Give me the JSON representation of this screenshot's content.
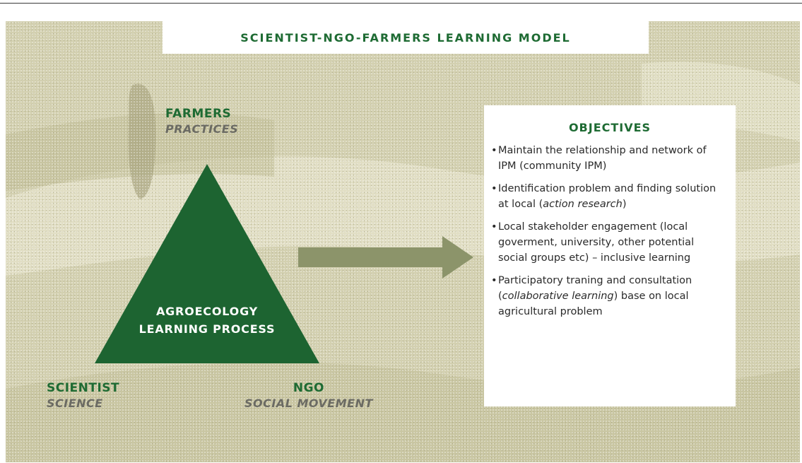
{
  "title": "SCIENTIST-NGO-FARMERS LEARNING MODEL",
  "colors": {
    "accent_green": "#1e6b33",
    "triangle_green": "#1d6431",
    "arrow_olive": "#8c946a",
    "background_tan": "#d3d0b0",
    "label_gray": "#6b6b63"
  },
  "triangle": {
    "center_label_line1": "AGROECOLOGY",
    "center_label_line2": "LEARNING PROCESS",
    "vertices": {
      "top": {
        "name": "FARMERS",
        "sub": "PRACTICES"
      },
      "bottom_left": {
        "name": "SCIENTIST",
        "sub": "SCIENCE"
      },
      "bottom_right": {
        "name": "NGO",
        "sub": "SOCIAL MOVEMENT"
      }
    }
  },
  "arrow_icon": "right-arrow",
  "objectives": {
    "heading": "OBJECTIVES",
    "items": [
      {
        "bullet": "•",
        "text_pre": "Maintain the relationship and network of IPM (community IPM)",
        "text_em": "",
        "text_post": ""
      },
      {
        "bullet": "•",
        "text_pre": "Identification problem and finding solution at local (",
        "text_em": "action research",
        "text_post": ")"
      },
      {
        "bullet": "•",
        "text_pre": "Local stakeholder engagement (local goverment, university, other potential social groups etc) – inclusive learning",
        "text_em": "",
        "text_post": ""
      },
      {
        "bullet": "•",
        "text_pre": "Participatory traning and consultation (",
        "text_em": "collaborative learning",
        "text_post": ") base on local agricultural problem"
      }
    ]
  }
}
